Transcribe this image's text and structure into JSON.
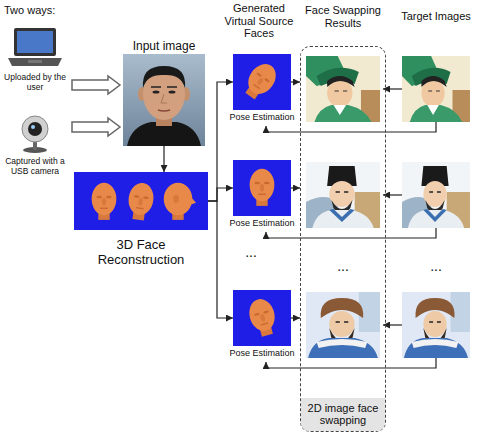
{
  "diagram": {
    "nodes": [
      {
        "text": [
          "Uploaded by the user"
        ]
      },
      {
        "text": [
          "Captured with a USB camera"
        ]
      },
      {
        "text": [
          "Input image"
        ]
      },
      {
        "text": [
          "3D Face Reconstruction"
        ]
      },
      {
        "text": [
          "Pose Estimation"
        ]
      },
      {
        "text": [
          "Pose Estimation"
        ]
      },
      {
        "text": [
          "Pose Estimation"
        ]
      },
      {
        "text": [
          "Face Swapping Results",
          "2D image face swapping"
        ]
      }
    ],
    "edges": [
      {
        "from": 0,
        "to": 2,
        "arrow": "to"
      },
      {
        "from": 1,
        "to": 2,
        "arrow": "to"
      },
      {
        "from": 2,
        "to": 3,
        "arrow": "to"
      },
      {
        "from": 3,
        "to": 4,
        "arrow": "to"
      },
      {
        "from": 3,
        "to": 5,
        "arrow": "to"
      },
      {
        "from": 3,
        "to": 6,
        "arrow": "to"
      },
      {
        "from": 4,
        "to": 7,
        "arrow": "to"
      },
      {
        "from": 5,
        "to": 7,
        "arrow": "to"
      },
      {
        "from": 6,
        "to": 7,
        "arrow": "to"
      }
    ],
    "labels": [
      "Two ways:",
      "Generated Virtual Source Faces",
      "Target Images",
      "...",
      "...",
      "..."
    ]
  }
}
